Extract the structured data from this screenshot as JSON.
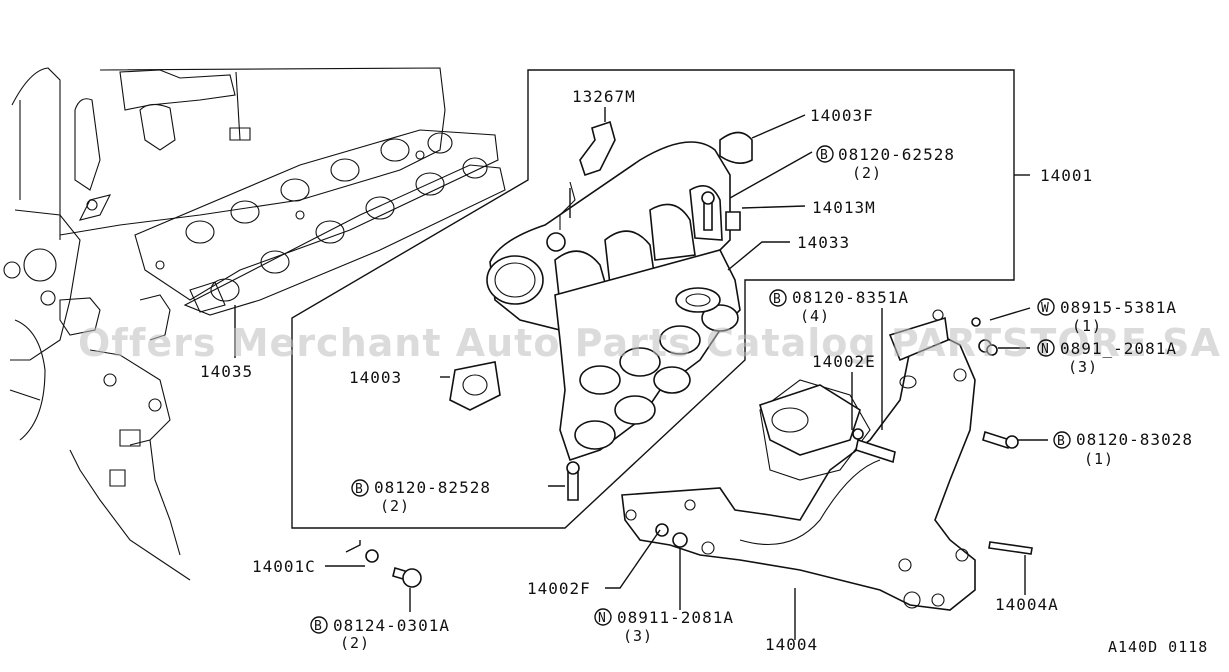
{
  "watermark": "Offers Merchant Auto Parts Catalog PARTSTORE SA",
  "figure_code": "A140D 0118",
  "labels": {
    "p13267M": "13267M",
    "p14003F": "14003F",
    "b08120_62528": "08120-62528",
    "b08120_62528_qty": "(2)",
    "p14001": "14001",
    "p14013M": "14013M",
    "p14033": "14033",
    "p14035": "14035",
    "b08120_8351A": "08120-8351A",
    "b08120_8351A_qty": "(4)",
    "w08915_5381A": "08915-5381A",
    "w08915_5381A_qty": "(1)",
    "n0891_2081A": "0891_-2081A",
    "n0891_2081A_qty": "(3)",
    "p14002E": "14002E",
    "p14003": "14003",
    "b08120_83028": "08120-83028",
    "b08120_83028_qty": "(1)",
    "b08120_82528": "08120-82528",
    "b08120_82528_qty": "(2)",
    "p14001C": "14001C",
    "b08124_0301A": "08124-0301A",
    "b08124_0301A_qty": "(2)",
    "p14002F": "14002F",
    "n08911_2081A": "08911-2081A",
    "n08911_2081A_qty": "(3)",
    "p14004": "14004",
    "p14004A": "14004A"
  },
  "prefix": {
    "B": "B",
    "W": "W",
    "N": "N"
  }
}
